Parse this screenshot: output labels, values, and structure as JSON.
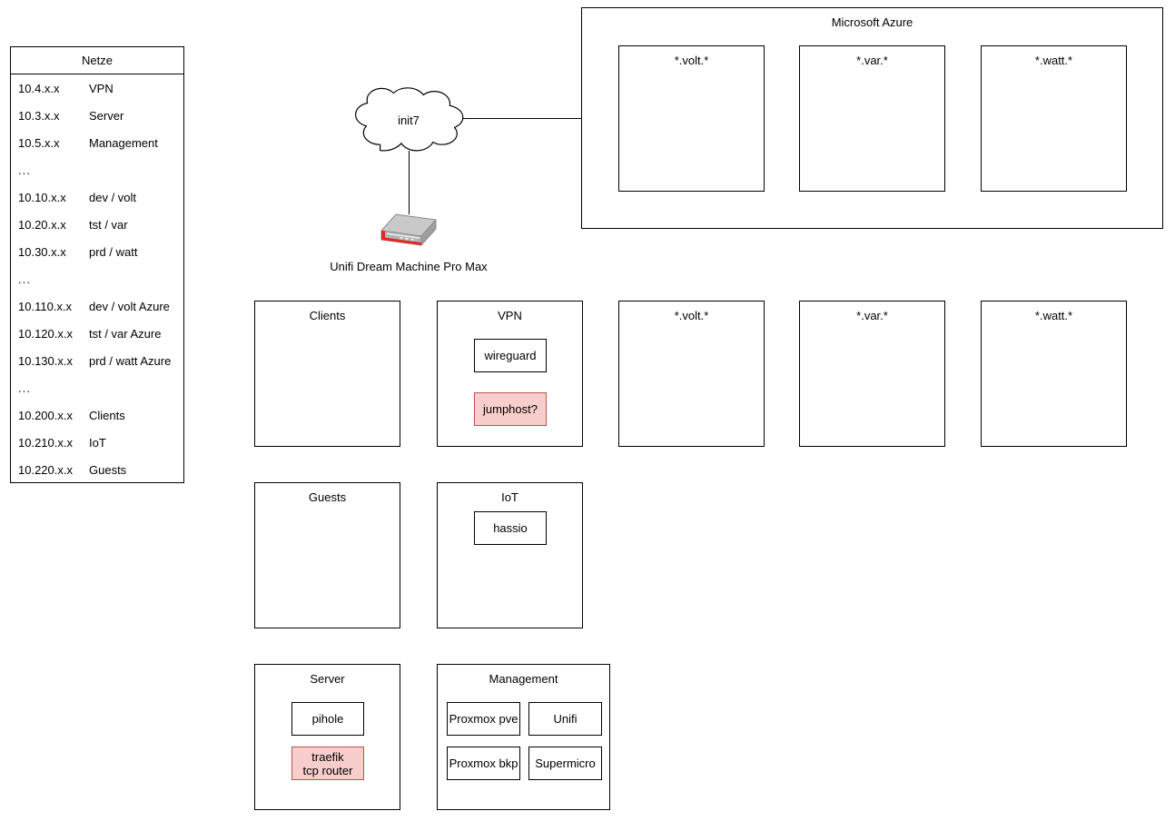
{
  "netze": {
    "title": "Netze",
    "rows": [
      {
        "ip": "10.4.x.x",
        "name": "VPN"
      },
      {
        "ip": "10.3.x.x",
        "name": "Server"
      },
      {
        "ip": "10.5.x.x",
        "name": "Management"
      },
      {
        "ip": "...",
        "name": ""
      },
      {
        "ip": "10.10.x.x",
        "name": "dev / volt"
      },
      {
        "ip": "10.20.x.x",
        "name": "tst / var"
      },
      {
        "ip": "10.30.x.x",
        "name": "prd / watt"
      },
      {
        "ip": "...",
        "name": ""
      },
      {
        "ip": "10.110.x.x",
        "name": "dev / volt Azure"
      },
      {
        "ip": "10.120.x.x",
        "name": "tst / var Azure"
      },
      {
        "ip": "10.130.x.x",
        "name": "prd / watt Azure"
      },
      {
        "ip": "...",
        "name": ""
      },
      {
        "ip": "10.200.x.x",
        "name": "Clients"
      },
      {
        "ip": "10.210.x.x",
        "name": "IoT"
      },
      {
        "ip": "10.220.x.x",
        "name": "Guests"
      }
    ]
  },
  "internet": {
    "cloud_label": "init7",
    "router_label": "Unifi Dream Machine Pro Max"
  },
  "azure": {
    "title": "Microsoft Azure",
    "zones": [
      {
        "label": "*.volt.*"
      },
      {
        "label": "*.var.*"
      },
      {
        "label": "*.watt.*"
      }
    ]
  },
  "vlans": {
    "clients": {
      "title": "Clients",
      "nodes": []
    },
    "vpn": {
      "title": "VPN",
      "nodes": [
        {
          "label": "wireguard",
          "highlight": false
        },
        {
          "label": "jumphost?",
          "highlight": true
        }
      ]
    },
    "volt": {
      "title": "*.volt.*",
      "nodes": []
    },
    "var": {
      "title": "*.var.*",
      "nodes": []
    },
    "watt": {
      "title": "*.watt.*",
      "nodes": []
    },
    "guests": {
      "title": "Guests",
      "nodes": []
    },
    "iot": {
      "title": "IoT",
      "nodes": [
        {
          "label": "hassio",
          "highlight": false
        }
      ]
    },
    "server": {
      "title": "Server",
      "nodes": [
        {
          "label": "pihole",
          "highlight": false
        },
        {
          "label": "traefik\ntcp router",
          "highlight": true
        }
      ]
    },
    "management": {
      "title": "Management",
      "nodes": [
        {
          "label": "Proxmox pve",
          "highlight": false
        },
        {
          "label": "Unifi",
          "highlight": false
        },
        {
          "label": "Proxmox bkp",
          "highlight": false
        },
        {
          "label": "Supermicro",
          "highlight": false
        }
      ]
    }
  },
  "colors": {
    "stroke": "#000000",
    "background": "#ffffff",
    "highlight_fill": "#f8cecc",
    "highlight_stroke": "#b85450",
    "router_body": "#b3b3b3",
    "router_top": "#c8c8c8",
    "router_accent": "#e8453c"
  }
}
